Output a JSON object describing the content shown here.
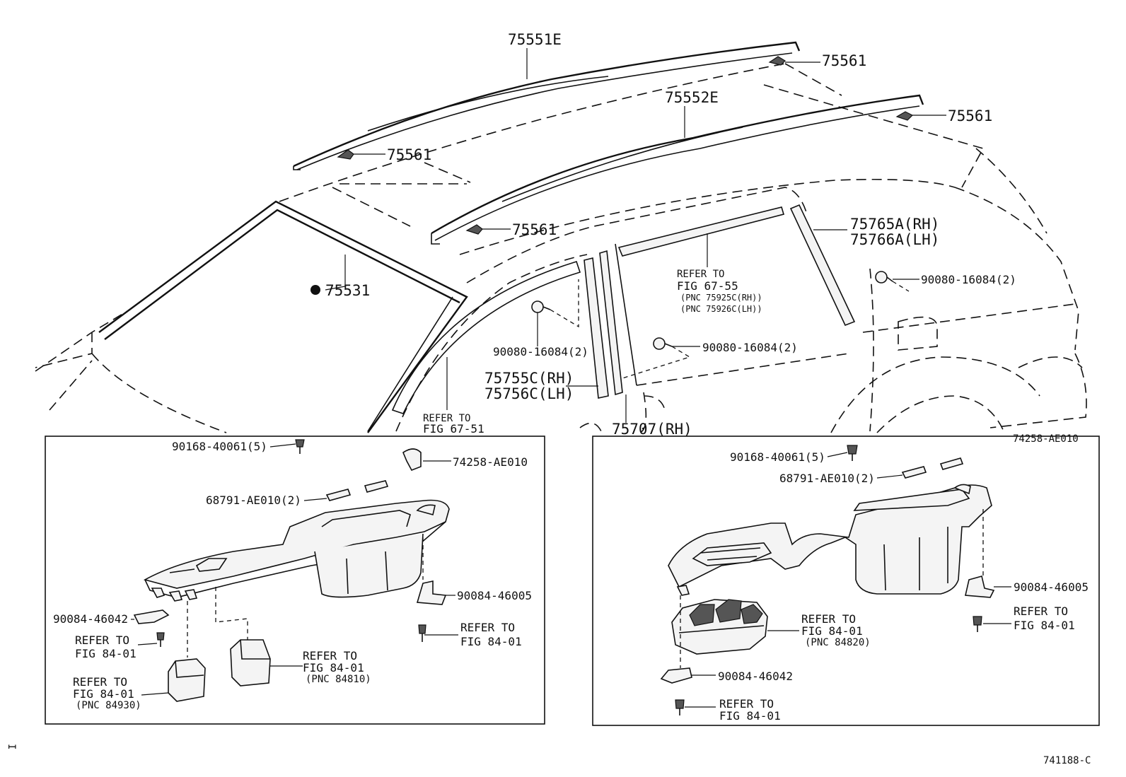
{
  "upper": {
    "roof_rack_lh": "75551E",
    "roof_rack_rh": "75552E",
    "clip_1": "75561",
    "clip_2": "75561",
    "clip_3": "75561",
    "clip_4": "75561",
    "windshield_moulding": "75531",
    "rear_quarter_rh": "75765A(RH)",
    "rear_quarter_lh": "75766A(LH)",
    "clip_bolt_rear": "90080-16084(2)",
    "clip_bolt_left": "90080-16084(2)",
    "clip_bolt_center": "90080-16084(2)",
    "pillar_rh": "75755C(RH)",
    "pillar_lh": "75756C(LH)",
    "front_door_moulding": "75707(RH)",
    "refer_door_1": "REFER TO",
    "refer_door_2": "FIG 67-55",
    "refer_door_3": "(PNC 75925C(RH))",
    "refer_door_4": "(PNC 75926C(LH))",
    "refer_a_pillar_1": "REFER TO",
    "refer_a_pillar_2": "FIG 67-51"
  },
  "left_panel": {
    "screw": "90168-40061(5)",
    "cover": "74258-AE010",
    "pin": "68791-AE010(2)",
    "bracket_left": "90084-46042",
    "bracket_right": "90084-46005",
    "refer_screw_left_1": "REFER TO",
    "refer_screw_left_2": "FIG 84-01",
    "refer_screw_right_1": "REFER TO",
    "refer_screw_right_2": "FIG 84-01",
    "refer_sw1_1": "REFER TO",
    "refer_sw1_2": "FIG 84-01",
    "refer_sw1_3": "(PNC 84930)",
    "refer_sw2_1": "REFER TO",
    "refer_sw2_2": "FIG 84-01",
    "refer_sw2_3": "(PNC 84810)"
  },
  "right_panel": {
    "screw": "90168-40061(5)",
    "cover_partial": "74258-AE010",
    "pin": "68791-AE010(2)",
    "bracket_right": "90084-46005",
    "bracket_bottom": "90084-46042",
    "refer_screw_right_1": "REFER TO",
    "refer_screw_right_2": "FIG 84-01",
    "refer_switch_1": "REFER TO",
    "refer_switch_2": "FIG 84-01",
    "refer_switch_3": "(PNC 84820)",
    "refer_screw_bottom_1": "REFER TO",
    "refer_screw_bottom_2": "FIG 84-01"
  },
  "footer": {
    "figure_code": "741188-C",
    "side_mark": "I"
  }
}
